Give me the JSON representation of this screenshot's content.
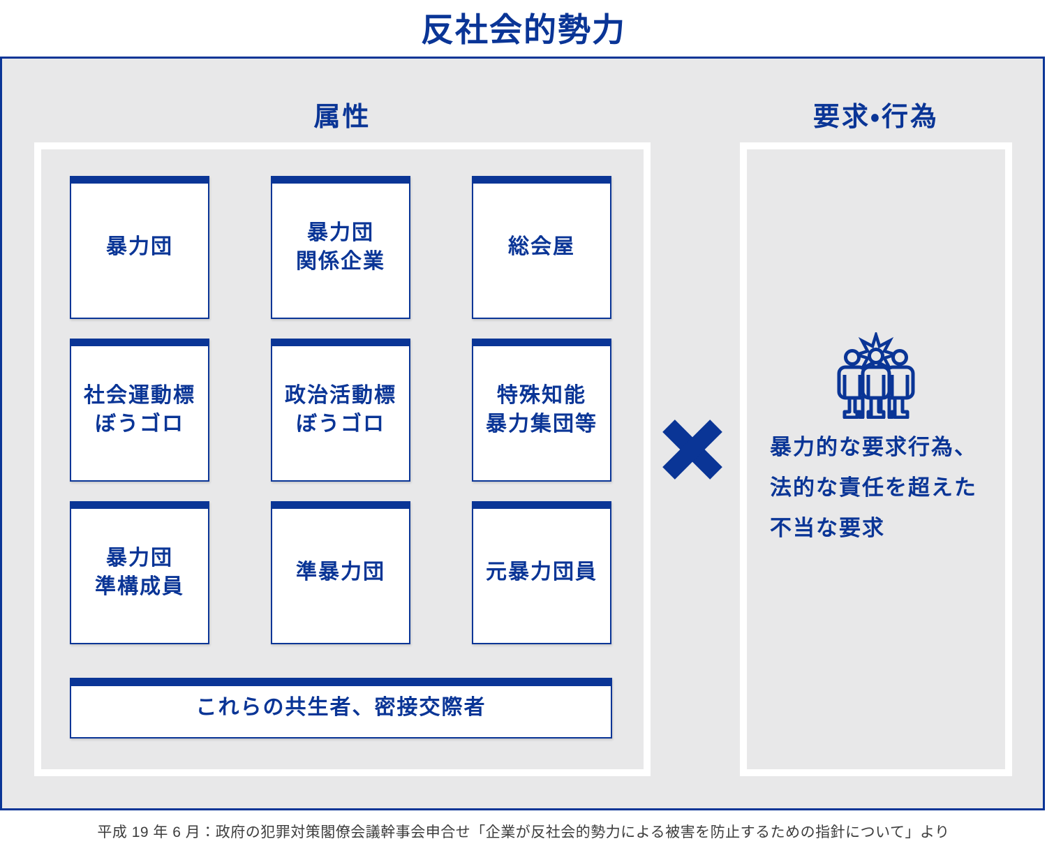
{
  "title": "反社会的勢力",
  "attributes": {
    "heading": "属性",
    "boxes": [
      {
        "lines": [
          "暴力団"
        ]
      },
      {
        "lines": [
          "暴力団",
          "関係企業"
        ]
      },
      {
        "lines": [
          "総会屋"
        ]
      },
      {
        "lines": [
          "社会運動標",
          "ぼうゴロ"
        ]
      },
      {
        "lines": [
          "政治活動標",
          "ぼうゴロ"
        ]
      },
      {
        "lines": [
          "特殊知能",
          "暴力集団等"
        ]
      },
      {
        "lines": [
          "暴力団",
          "準構成員"
        ]
      },
      {
        "lines": [
          "準暴力団"
        ]
      },
      {
        "lines": [
          "元暴力団員"
        ]
      }
    ],
    "wide_box": {
      "label": "これらの共生者、密接交際者"
    }
  },
  "operator": {
    "symbol": "×",
    "icon": "multiply-icon"
  },
  "demands": {
    "heading": "要求・行為",
    "icon": "people-conflict-icon",
    "lines": [
      "暴力的な要求行為、",
      "法的な責任を超えた",
      "不当な要求"
    ]
  },
  "caption": "平成 19 年 6 月：政府の犯罪対策閣僚会議幹事会申合せ「企業が反社会的勢力による被害を防止するための指針について」より",
  "colors": {
    "accent_blue": "#0a3596",
    "panel_gray": "#e8e8e9",
    "box_white": "#ffffff",
    "caption_gray": "#3d3d3d"
  }
}
